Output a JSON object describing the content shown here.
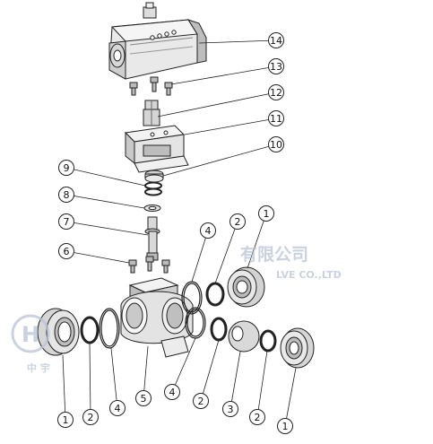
{
  "diagram": {
    "callouts": [
      {
        "id": "c14",
        "label": "14"
      },
      {
        "id": "c13",
        "label": "13"
      },
      {
        "id": "c12",
        "label": "12"
      },
      {
        "id": "c11",
        "label": "11"
      },
      {
        "id": "c10",
        "label": "10"
      },
      {
        "id": "c9",
        "label": "9"
      },
      {
        "id": "c8",
        "label": "8"
      },
      {
        "id": "c7",
        "label": "7"
      },
      {
        "id": "c6",
        "label": "6"
      },
      {
        "id": "c4a",
        "label": "4"
      },
      {
        "id": "c2a",
        "label": "2"
      },
      {
        "id": "c1a",
        "label": "1"
      },
      {
        "id": "c1b",
        "label": "1"
      },
      {
        "id": "c2b",
        "label": "2"
      },
      {
        "id": "c4b",
        "label": "4"
      },
      {
        "id": "c5",
        "label": "5"
      },
      {
        "id": "c4c",
        "label": "4"
      },
      {
        "id": "c2c",
        "label": "2"
      },
      {
        "id": "c3",
        "label": "3"
      },
      {
        "id": "c2d",
        "label": "2"
      },
      {
        "id": "c1c",
        "label": "1"
      }
    ],
    "watermark": {
      "chinese_text": "有限公司",
      "english_text": "LVE CO.,LTD",
      "logo_glyph": "H",
      "small_text": "中 宇"
    },
    "colors": {
      "line": "#222222",
      "fill": "#ffffff",
      "watermark": "#b9c3d6"
    }
  }
}
